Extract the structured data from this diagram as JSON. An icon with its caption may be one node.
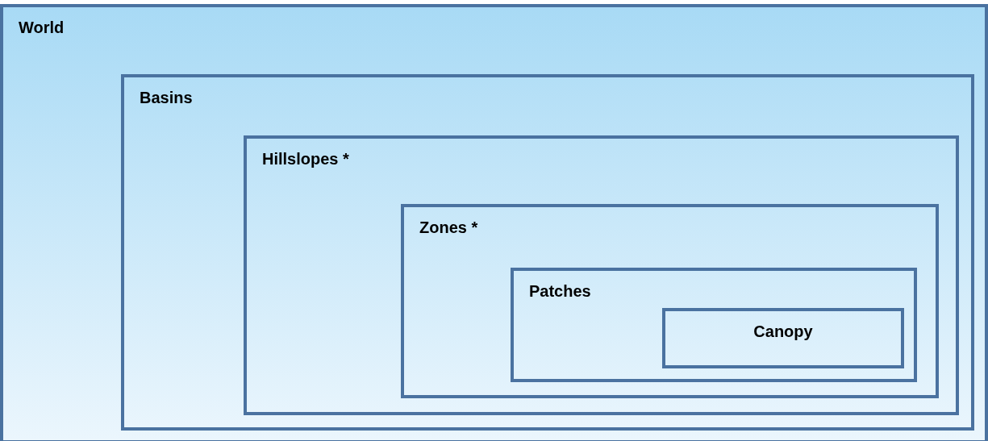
{
  "diagram": {
    "nodes": [
      {
        "text": [
          "World"
        ]
      },
      {
        "text": [
          "Basins"
        ],
        "in": 0
      },
      {
        "text": [
          "Hillslopes *"
        ],
        "in": 1
      },
      {
        "text": [
          "Zones *"
        ],
        "in": 2
      },
      {
        "text": [
          "Patches"
        ],
        "in": 3
      },
      {
        "text": [
          "Canopy"
        ],
        "in": 4
      }
    ]
  }
}
